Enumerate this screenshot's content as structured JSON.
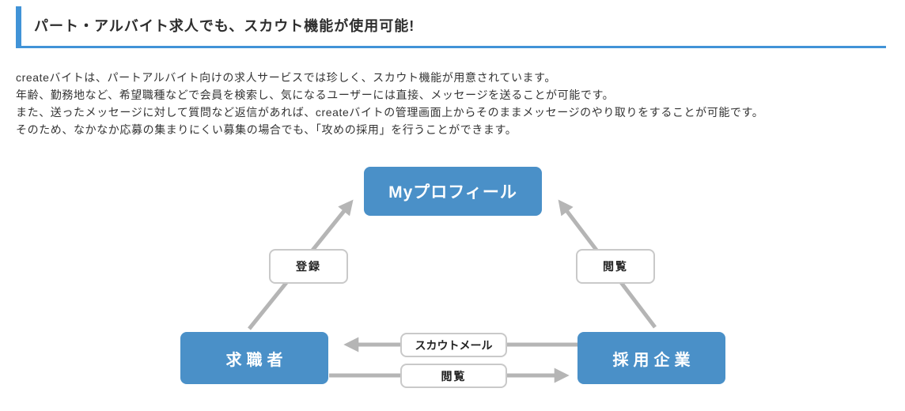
{
  "header": {
    "title": "パート・アルバイト求人でも、スカウト機能が使用可能!",
    "accent_color": "#4193d7"
  },
  "intro": {
    "lines": [
      "createバイトは、パートアルバイト向けの求人サービスでは珍しく、スカウト機能が用意されています。",
      "年齢、勤務地など、希望職種などで会員を検索し、気になるユーザーには直接、メッセージを送ることが可能です。",
      "また、送ったメッセージに対して質問など返信があれば、createバイトの管理画面上からそのままメッセージのやり取りをすることが可能です。",
      "そのため、なかなか応募の集まりにくい募集の場合でも、「攻めの採用」を行うことができます。"
    ]
  },
  "diagram": {
    "nodes": {
      "profile": {
        "label": "Myプロフィール"
      },
      "job_seeker": {
        "label": "求職者"
      },
      "employer": {
        "label": "採用企業"
      }
    },
    "edges": {
      "register": {
        "label": "登録",
        "from": "求職者",
        "to": "Myプロフィール"
      },
      "view_right": {
        "label": "閲覧",
        "from": "採用企業",
        "to": "Myプロフィール"
      },
      "scout_mail": {
        "label": "スカウトメール",
        "from": "採用企業",
        "to": "求職者"
      },
      "view_bottom": {
        "label": "閲覧",
        "from": "求職者",
        "to": "採用企業"
      }
    },
    "colors": {
      "node_background": "#4a90c8",
      "node_text": "#ffffff",
      "arrow": "#b5b5b5",
      "label_border": "#c9c9c9"
    }
  }
}
